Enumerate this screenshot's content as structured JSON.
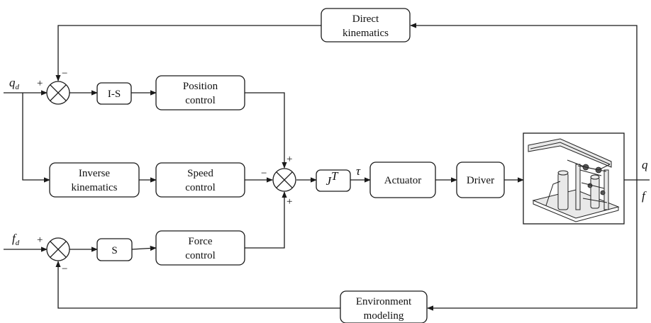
{
  "blocks": {
    "direct_kinematics": [
      "Direct",
      "kinematics"
    ],
    "i_s": "I-S",
    "position_control": [
      "Position",
      "control"
    ],
    "inverse_kinematics": [
      "Inverse",
      "kinematics"
    ],
    "speed_control": [
      "Speed",
      "control"
    ],
    "s": "S",
    "force_control": [
      "Force",
      "control"
    ],
    "jacobian_base": "J",
    "jacobian_sup": "T",
    "actuator": "Actuator",
    "driver": "Driver",
    "environment_modeling": [
      "Environment",
      "modeling"
    ]
  },
  "signals": {
    "q_d_base": "q",
    "q_d_sub": "d",
    "f_d_base": "f",
    "f_d_sub": "d",
    "tau": "τ",
    "q": "q",
    "f": "f"
  },
  "signs": {
    "sum_top_plus": "+",
    "sum_top_minus": "−",
    "sum_mid_plus_top": "+",
    "sum_mid_minus_left": "−",
    "sum_mid_plus_bottom": "+",
    "sum_bot_plus": "+",
    "sum_bot_minus": "−"
  },
  "colors": {
    "line": "#1a1a1a",
    "background": "#ffffff"
  },
  "icons": {
    "robot": "robot-mechanism-image"
  }
}
